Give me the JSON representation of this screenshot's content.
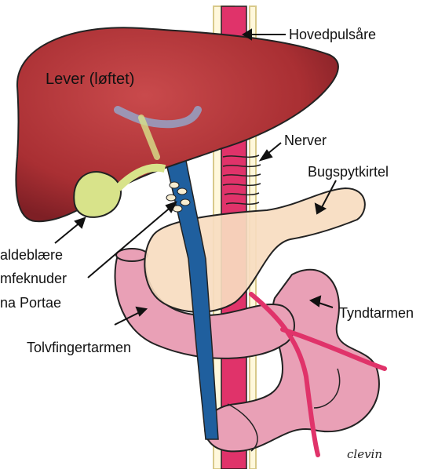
{
  "labels": {
    "aorta": "Hovedpulsåre",
    "liver": "Lever (løftet)",
    "nerves": "Nerver",
    "pancreas": "Bugspytkirtel",
    "gallbladder": "aldeblære",
    "lymph_nodes": "mfeknuder",
    "porta": "na Portae",
    "small_intestine": "Tyndtarmen",
    "duodenum": "Tolvfingertarmen"
  },
  "signature": "clevin",
  "colors": {
    "liver": "#b5373b",
    "aorta": "#e0336a",
    "vein": "#1f5f9e",
    "bile": "#d8e38a",
    "pancreas": "#f7dcc0",
    "intestine": "#e9a0b6",
    "nerve": "#e8d9a0"
  }
}
